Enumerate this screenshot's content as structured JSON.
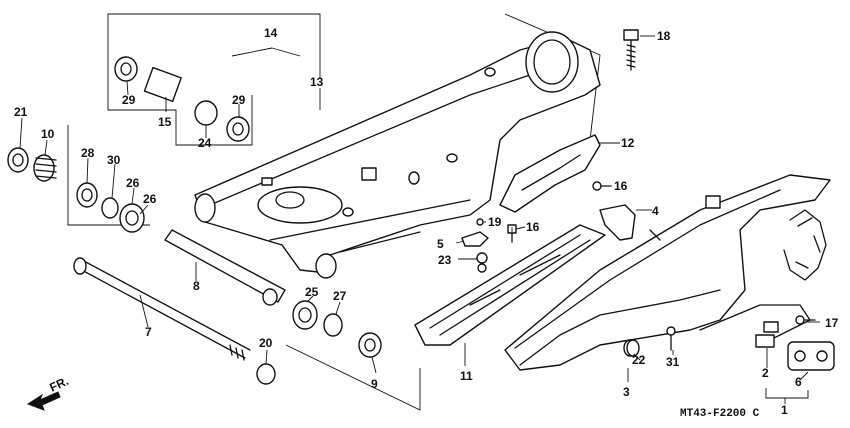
{
  "diagram_code": "MT43-F2200 C",
  "direction_label": "FR.",
  "callouts": [
    "1",
    "2",
    "3",
    "4",
    "5",
    "6",
    "7",
    "8",
    "9",
    "10",
    "11",
    "12",
    "13",
    "14",
    "15",
    "16",
    "17",
    "18",
    "19",
    "20",
    "21",
    "22",
    "23",
    "24",
    "25",
    "26",
    "27",
    "28",
    "29",
    "30",
    "31"
  ]
}
